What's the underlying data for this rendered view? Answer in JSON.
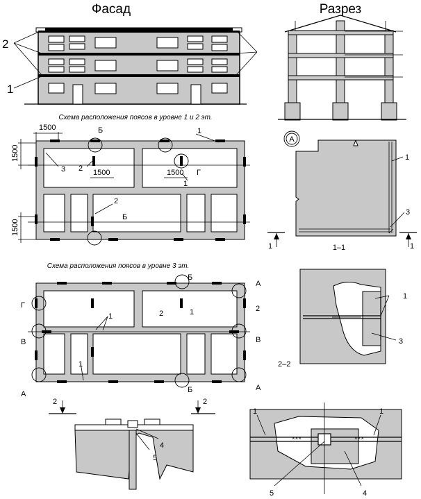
{
  "headings": {
    "facade": "Фасад",
    "section": "Разрез"
  },
  "captions": {
    "plan_levels_1_2": "Схема расположения поясов в уровне 1 и 2 эт.",
    "plan_level_3": "Схема расположения поясов в уровне 3 эт.",
    "section_1_1": "1–1",
    "section_2_2": "2–2"
  },
  "callouts": {
    "n1": "1",
    "n2": "2",
    "n3": "3",
    "n4": "4",
    "n5": "5",
    "a": "А",
    "b": "Б",
    "v": "В",
    "g": "Г"
  },
  "dimensions": {
    "d1500": "1500"
  },
  "section_markers": {
    "mark1": "1",
    "mark2": "2"
  },
  "colors": {
    "fill_gray": "#c8c8c8",
    "line": "#000000",
    "background": "#ffffff"
  }
}
